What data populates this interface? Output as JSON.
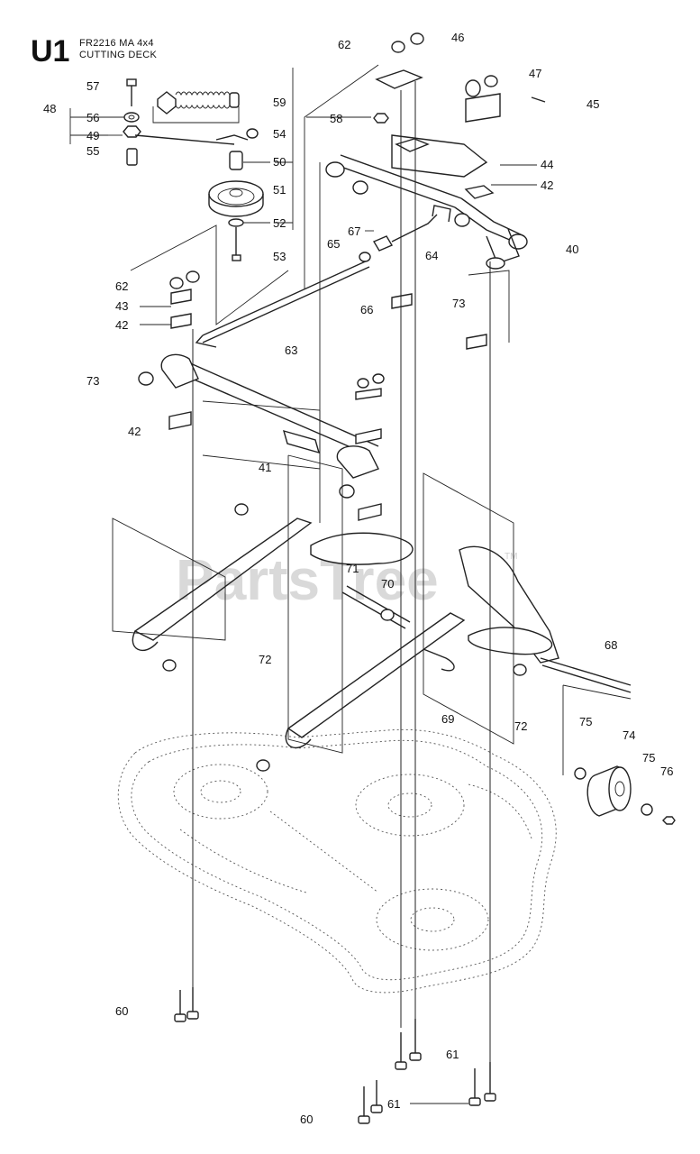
{
  "header": {
    "section_code": "U1",
    "model": "FR2216 MA 4x4",
    "title": "CUTTING DECK"
  },
  "watermark": {
    "text": "PartsTree",
    "mark": "TM"
  },
  "callouts": {
    "c40": "40",
    "c41": "41",
    "c42a": "42",
    "c42b": "42",
    "c42c": "42",
    "c43": "43",
    "c44": "44",
    "c45": "45",
    "c46": "46",
    "c47": "47",
    "c48": "48",
    "c49": "49",
    "c50": "50",
    "c51": "51",
    "c52": "52",
    "c53": "53",
    "c54": "54",
    "c55": "55",
    "c56": "56",
    "c57": "57",
    "c58": "58",
    "c59": "59",
    "c60a": "60",
    "c60b": "60",
    "c61a": "61",
    "c61b": "61",
    "c62a": "62",
    "c62b": "62",
    "c63": "63",
    "c64": "64",
    "c65": "65",
    "c66": "66",
    "c67": "67",
    "c68": "68",
    "c69": "69",
    "c70": "70",
    "c71": "71",
    "c72a": "72",
    "c72b": "72",
    "c73a": "73",
    "c73b": "73",
    "c74": "74",
    "c75a": "75",
    "c75b": "75",
    "c76": "76"
  }
}
